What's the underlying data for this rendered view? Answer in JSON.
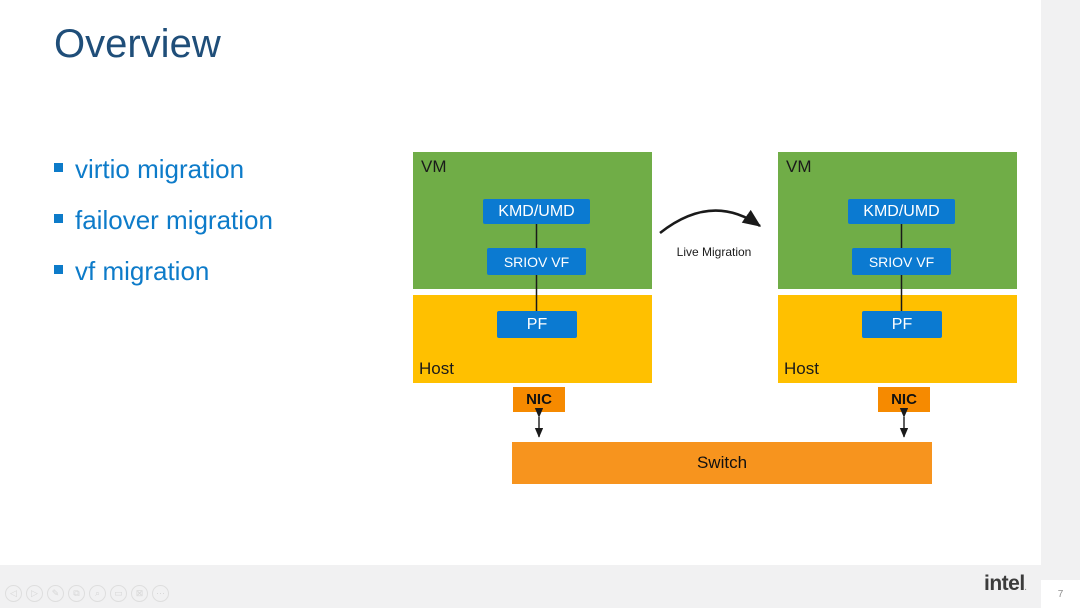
{
  "colors": {
    "panel_gray": "#f1f1f2",
    "title_blue": "#1f4e79",
    "bullet_blue": "#0d7bc9",
    "green": "#70ad47",
    "yellow": "#ffc000",
    "blue": "#0b7ad1",
    "orange_nic": "#f68a00",
    "orange_switch": "#f7941e"
  },
  "slide": {
    "title": "Overview",
    "bullets": [
      {
        "label": "virtio migration"
      },
      {
        "label": "failover migration"
      },
      {
        "label": "vf migration"
      }
    ],
    "brand": "intel",
    "brand_mark": ".",
    "page_number": "7"
  },
  "diagram": {
    "live_migration_label": "Live Migration",
    "switch_label": "Switch",
    "stacks": [
      {
        "vm_label": "VM",
        "kmd_umd_label": "KMD/UMD",
        "sriov_vf_label": "SRIOV VF",
        "host_label": "Host",
        "pf_label": "PF",
        "nic_label": "NIC"
      },
      {
        "vm_label": "VM",
        "kmd_umd_label": "KMD/UMD",
        "sriov_vf_label": "SRIOV VF",
        "host_label": "Host",
        "pf_label": "PF",
        "nic_label": "NIC"
      }
    ]
  },
  "toolbar": {
    "icons": [
      {
        "name": "previous-slide-icon",
        "glyph": "◁"
      },
      {
        "name": "next-slide-icon",
        "glyph": "▷"
      },
      {
        "name": "annotate-pen-icon",
        "glyph": "✎"
      },
      {
        "name": "screenshot-icon",
        "glyph": "⧉"
      },
      {
        "name": "zoom-icon",
        "glyph": "⌕"
      },
      {
        "name": "presentation-mode-icon",
        "glyph": "▭"
      },
      {
        "name": "hide-media-icon",
        "glyph": "⊠"
      },
      {
        "name": "more-options-icon",
        "glyph": "⋯"
      }
    ]
  }
}
